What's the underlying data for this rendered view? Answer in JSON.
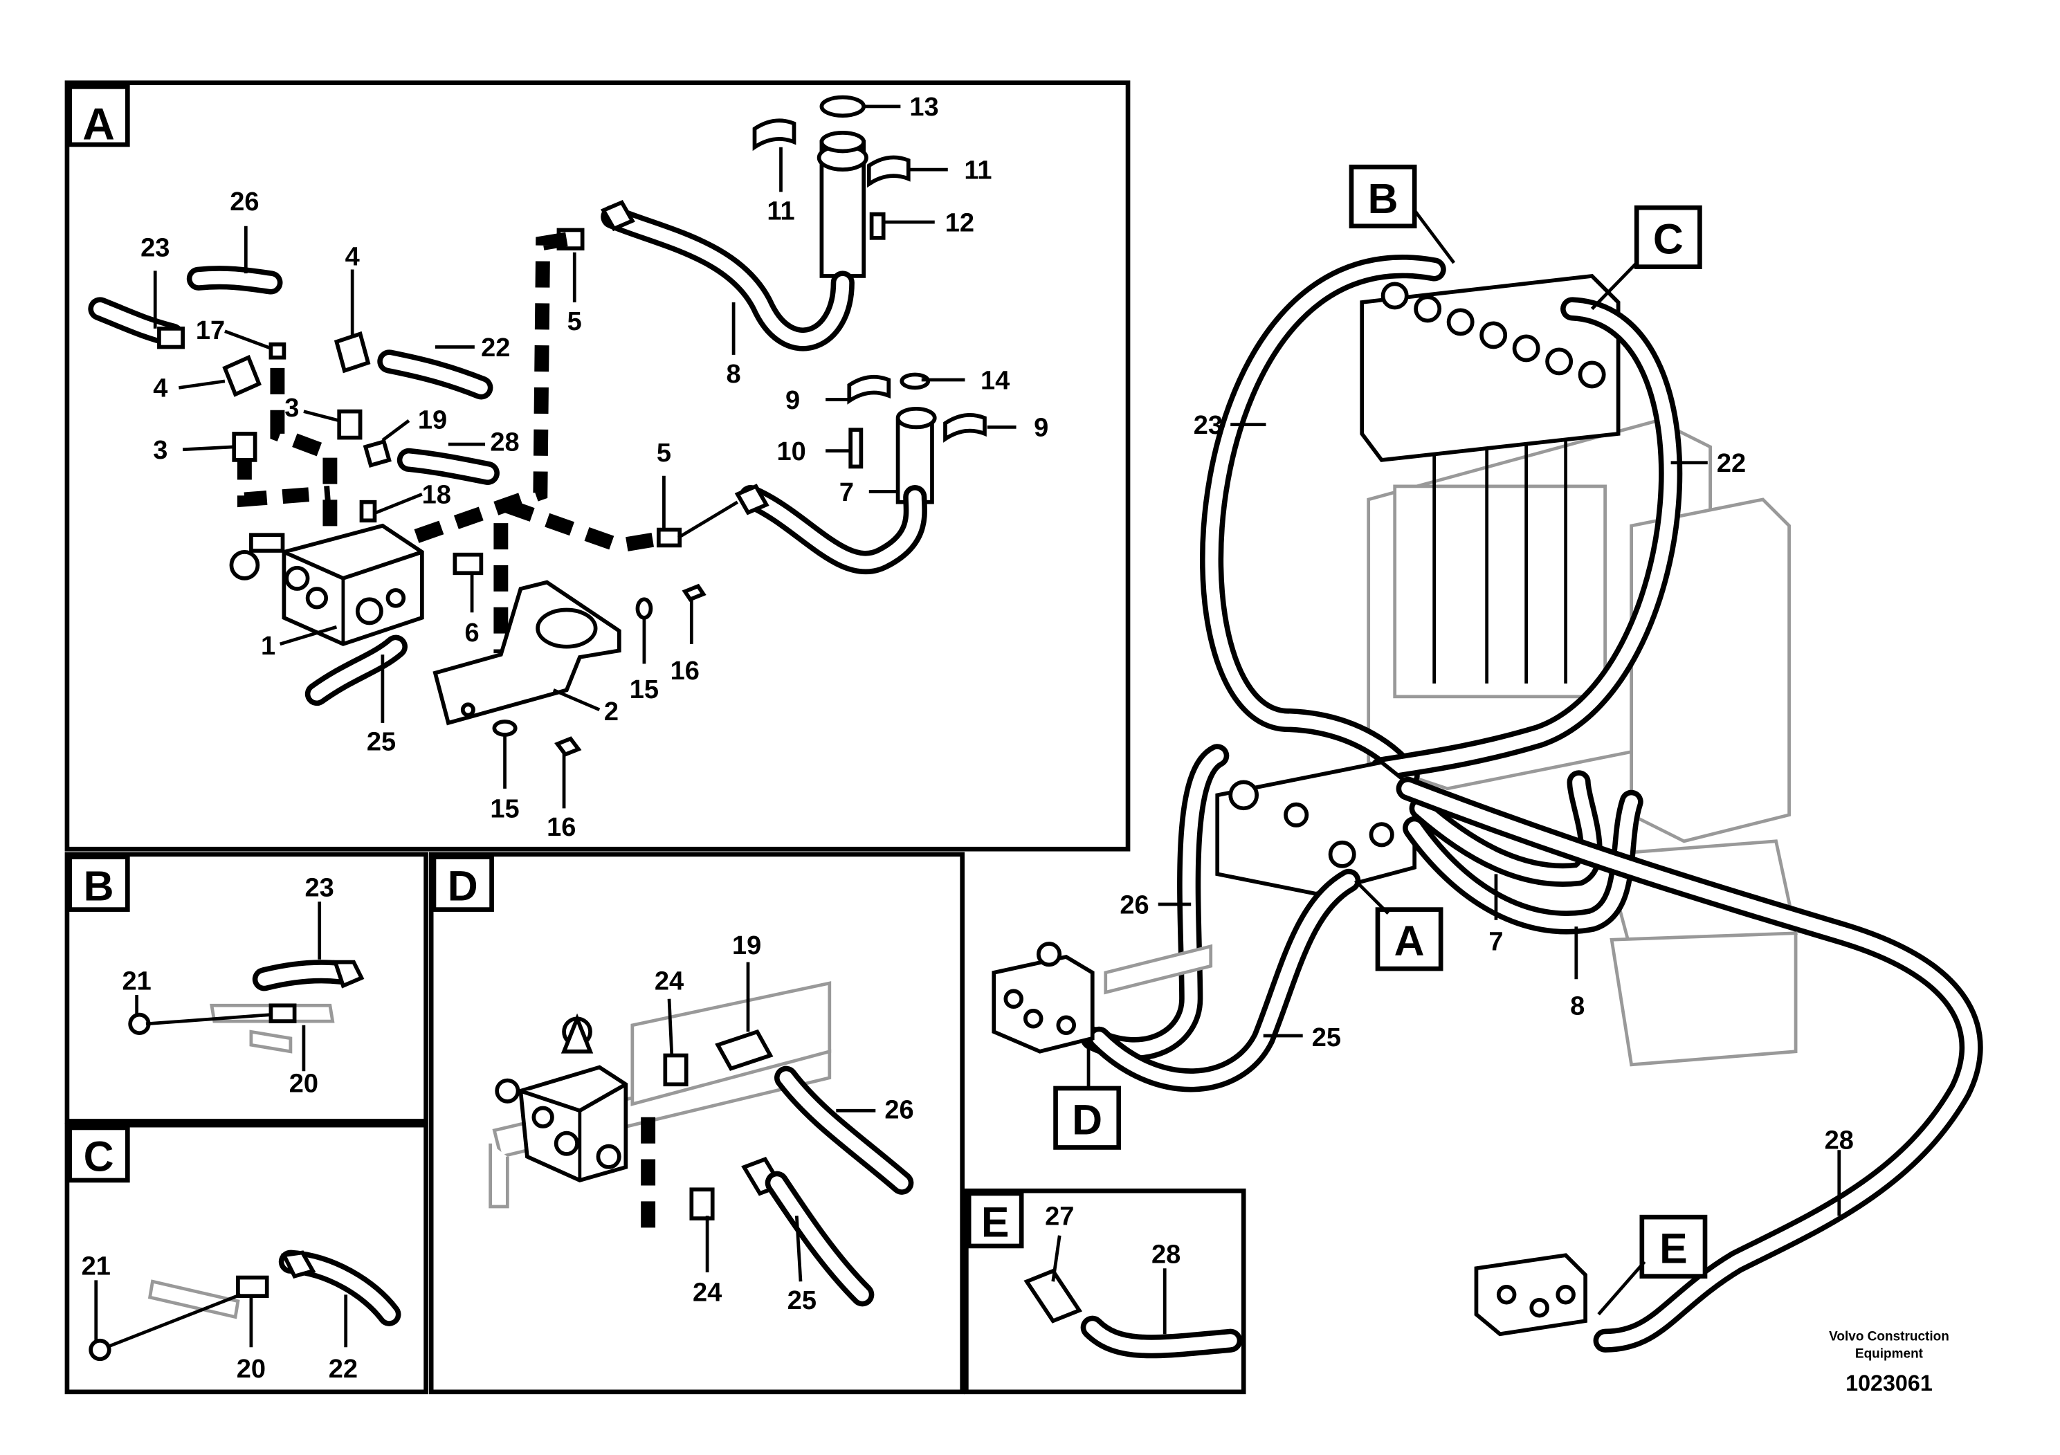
{
  "panels": {
    "A": {
      "tag": "A",
      "labels": [
        "13",
        "11",
        "11",
        "12",
        "26",
        "23",
        "4",
        "17",
        "22",
        "4",
        "3",
        "5",
        "8",
        "3",
        "19",
        "28",
        "9",
        "14",
        "9",
        "10",
        "5",
        "7",
        "18",
        "6",
        "1",
        "15",
        "16",
        "2",
        "25",
        "15",
        "16"
      ]
    },
    "B": {
      "tag": "B",
      "labels": [
        "23",
        "21",
        "20"
      ]
    },
    "C": {
      "tag": "C",
      "labels": [
        "21",
        "20",
        "22"
      ]
    },
    "D": {
      "tag": "D",
      "labels": [
        "19",
        "24",
        "26",
        "24",
        "25"
      ]
    },
    "E": {
      "tag": "E",
      "labels": [
        "27",
        "28"
      ]
    }
  },
  "overview": {
    "callouts": [
      "B",
      "C",
      "A",
      "D",
      "E"
    ],
    "labels": [
      "23",
      "22",
      "26",
      "7",
      "8",
      "25",
      "28"
    ]
  },
  "footer": {
    "company_line1": "Volvo Construction",
    "company_line2": "Equipment",
    "figure_id": "1023061"
  }
}
